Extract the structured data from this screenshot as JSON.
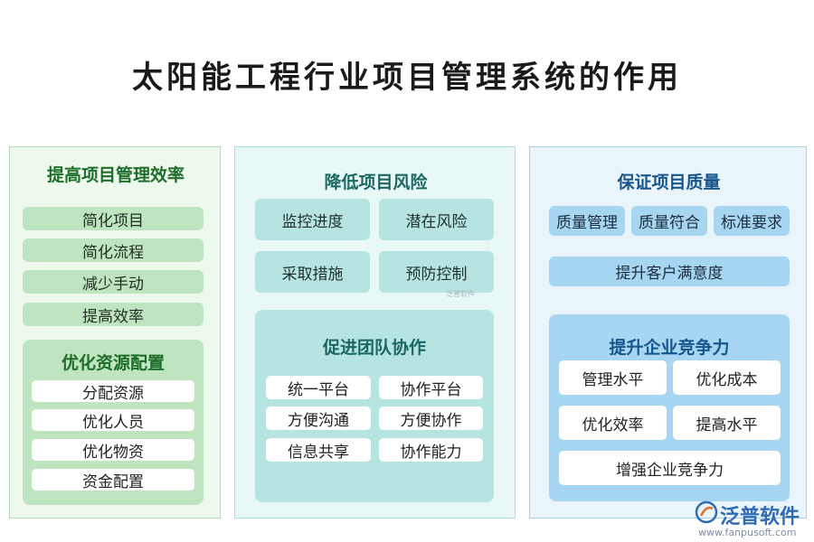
{
  "title": "太阳能工程行业项目管理系统的作用",
  "left": {
    "heading": "提高项目管理效率",
    "items": [
      "简化项目",
      "简化流程",
      "减少手动",
      "提高效率"
    ],
    "sub": {
      "heading": "优化资源配置",
      "items": [
        "分配资源",
        "优化人员",
        "优化物资",
        "资金配置"
      ]
    }
  },
  "middle": {
    "heading": "降低项目风险",
    "items": [
      "监控进度",
      "潜在风险",
      "采取措施",
      "预防控制"
    ],
    "sub": {
      "heading": "促进团队协作",
      "items": [
        "统一平台",
        "协作平台",
        "方便沟通",
        "方便协作",
        "信息共享",
        "协作能力"
      ]
    }
  },
  "right": {
    "heading": "保证项目质量",
    "items": [
      "质量管理",
      "质量符合",
      "标准要求"
    ],
    "wide": "提升客户满意度",
    "sub": {
      "heading": "提升企业竞争力",
      "items": [
        "管理水平",
        "优化成本",
        "优化效率",
        "提高水平"
      ],
      "wide": "增强企业竞争力"
    }
  },
  "watermark": "泛普软件",
  "logo": {
    "name": "泛普软件",
    "url": "www.fanpusoft.com"
  },
  "colors": {
    "green_panel": "#eef9ee",
    "teal_panel": "#e8f8f7",
    "blue_panel": "#eaf4fb"
  }
}
